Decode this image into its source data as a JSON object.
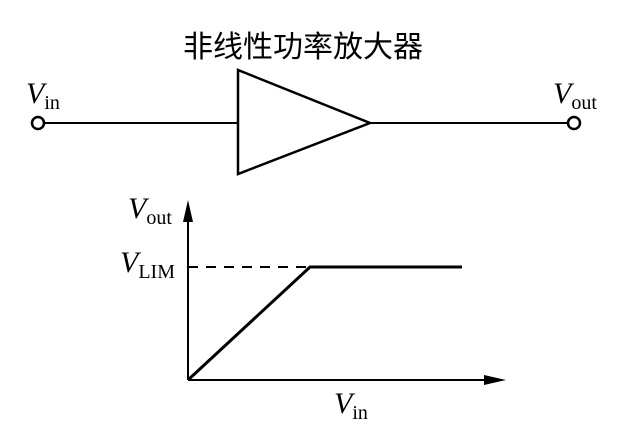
{
  "amplifier": {
    "title": "非线性功率放大器",
    "input": {
      "main": "V",
      "sub": "in"
    },
    "output": {
      "main": "V",
      "sub": "out"
    }
  },
  "graph": {
    "y_axis": {
      "main": "V",
      "sub": "out"
    },
    "x_axis": {
      "main": "V",
      "sub": "in"
    },
    "limit_label": {
      "main": "V",
      "sub": "LIM"
    }
  },
  "colors": {
    "stroke": "#000000",
    "background": "#ffffff"
  }
}
